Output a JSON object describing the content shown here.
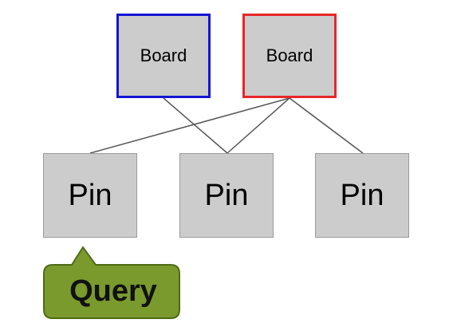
{
  "diagram": {
    "boards": [
      {
        "label": "Board",
        "border_color": "#1515d4"
      },
      {
        "label": "Board",
        "border_color": "#e8262a"
      }
    ],
    "pins": [
      {
        "label": "Pin"
      },
      {
        "label": "Pin"
      },
      {
        "label": "Pin"
      }
    ],
    "edges": [
      {
        "from": "board-blue",
        "to": "pin-2"
      },
      {
        "from": "board-red",
        "to": "pin-1"
      },
      {
        "from": "board-red",
        "to": "pin-2"
      },
      {
        "from": "board-red",
        "to": "pin-3"
      }
    ],
    "query": {
      "label": "Query",
      "fill_color": "#7a9a2e",
      "border_color": "#4f6a14"
    }
  },
  "colors": {
    "node_fill": "#cccccc",
    "edge": "#555555"
  }
}
